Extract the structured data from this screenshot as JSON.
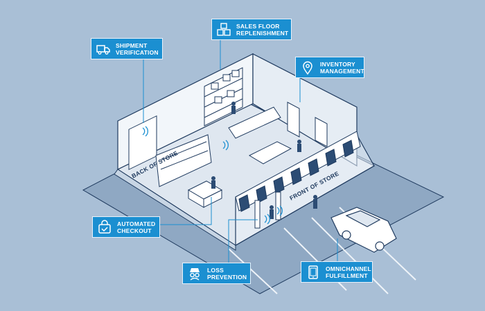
{
  "callouts": {
    "shipment": {
      "label": "SHIPMENT\nVERIFICATION",
      "icon": "truck-icon"
    },
    "sales_floor": {
      "label": "SALES FLOOR\nREPLENISHMENT",
      "icon": "boxes-icon"
    },
    "inventory": {
      "label": "INVENTORY\nMANAGEMENT",
      "icon": "location-pin-icon"
    },
    "checkout": {
      "label": "AUTOMATED\nCHECKOUT",
      "icon": "shopping-bag-icon"
    },
    "loss": {
      "label": "LOSS\nPREVENTION",
      "icon": "spy-icon"
    },
    "omnichannel": {
      "label": "OMNICHANNEL\nFULFILLMENT",
      "icon": "tablet-icon"
    }
  },
  "store": {
    "back_label": "BACK OF STORE",
    "front_label": "FRONT OF STORE"
  },
  "colors": {
    "background": "#a9bfd6",
    "callout": "#1b8fd1",
    "outline": "#1f3a5e",
    "floor": "#dfe7f0",
    "wall": "#f2f6fa",
    "awning_blue": "#2c4c74"
  }
}
